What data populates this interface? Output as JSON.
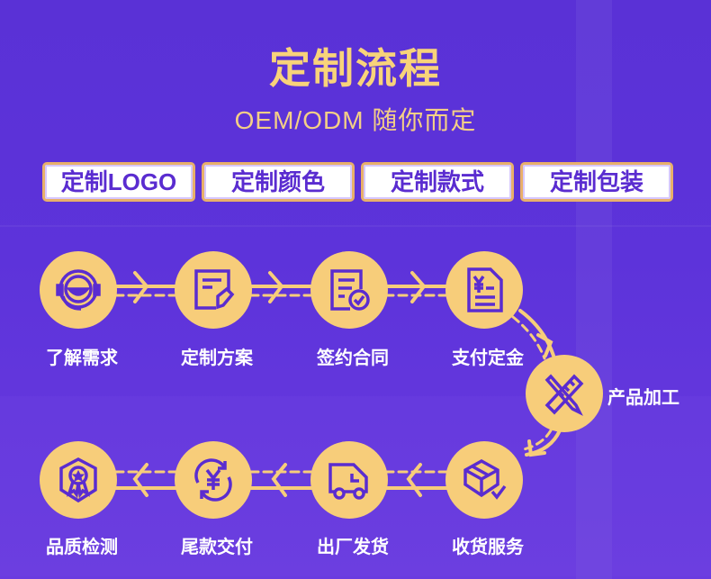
{
  "header": {
    "title": "定制流程",
    "subtitle": "OEM/ODM  随你而定"
  },
  "tags": [
    "定制LOGO",
    "定制颜色",
    "定制款式",
    "定制包装"
  ],
  "steps": [
    {
      "label": "了解需求",
      "icon": "headset-icon"
    },
    {
      "label": "定制方案",
      "icon": "document-tag-icon"
    },
    {
      "label": "签约合同",
      "icon": "contract-check-icon"
    },
    {
      "label": "支付定金",
      "icon": "yuan-invoice-icon"
    },
    {
      "label": "产品加工",
      "icon": "ruler-pencil-icon"
    },
    {
      "label": "收货服务",
      "icon": "package-check-icon"
    },
    {
      "label": "出厂发货",
      "icon": "truck-icon"
    },
    {
      "label": "尾款交付",
      "icon": "yuan-refresh-icon"
    },
    {
      "label": "品质检测",
      "icon": "quality-badge-icon"
    }
  ],
  "colors": {
    "background": "#5b2fd8",
    "accent": "#f7cd7a",
    "icon": "#5a2cd0"
  }
}
